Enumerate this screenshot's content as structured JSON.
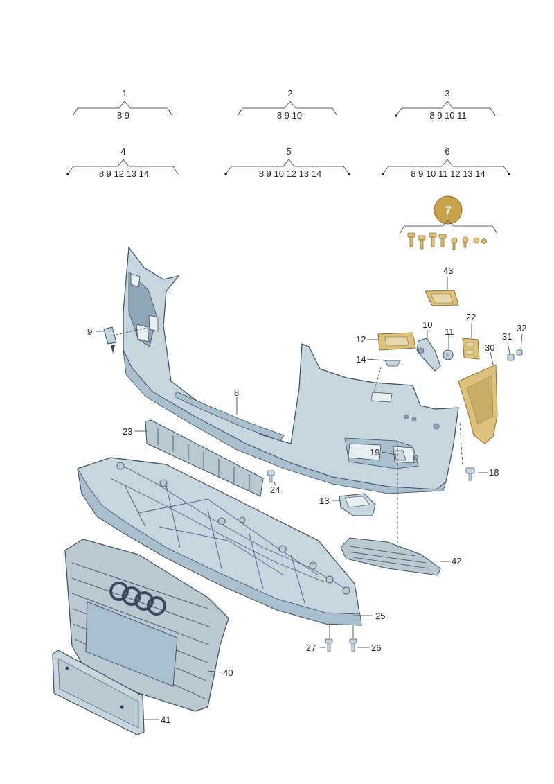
{
  "groups": [
    {
      "label": "1",
      "items": "8 9"
    },
    {
      "label": "2",
      "items": "8 9 10"
    },
    {
      "label": "3",
      "items": "8 9 10 11"
    },
    {
      "label": "4",
      "items": "8 9 12 13 14"
    },
    {
      "label": "5",
      "items": "8 9 10 12 13 14"
    },
    {
      "label": "6",
      "items": "8 9 10 11 12 13 14"
    }
  ],
  "kit": {
    "label": "7"
  },
  "callouts": {
    "c8": "8",
    "c9": "9",
    "c10": "10",
    "c11": "11",
    "c12": "12",
    "c13": "13",
    "c14": "14",
    "c18": "18",
    "c19": "19",
    "c22": "22",
    "c23": "23",
    "c24": "24",
    "c25": "25",
    "c26": "26",
    "c27": "27",
    "c30": "30",
    "c31": "31",
    "c32": "32",
    "c40": "40",
    "c41": "41",
    "c42": "42",
    "c43": "43"
  },
  "colors": {
    "bumper": "#c5d6e1",
    "bumper_shade": "#a9bfcd",
    "grille": "#b9c9d4",
    "highlight": "#c8a24a",
    "highlight_fill": "#dcc27e",
    "outline": "#3a4a58"
  }
}
